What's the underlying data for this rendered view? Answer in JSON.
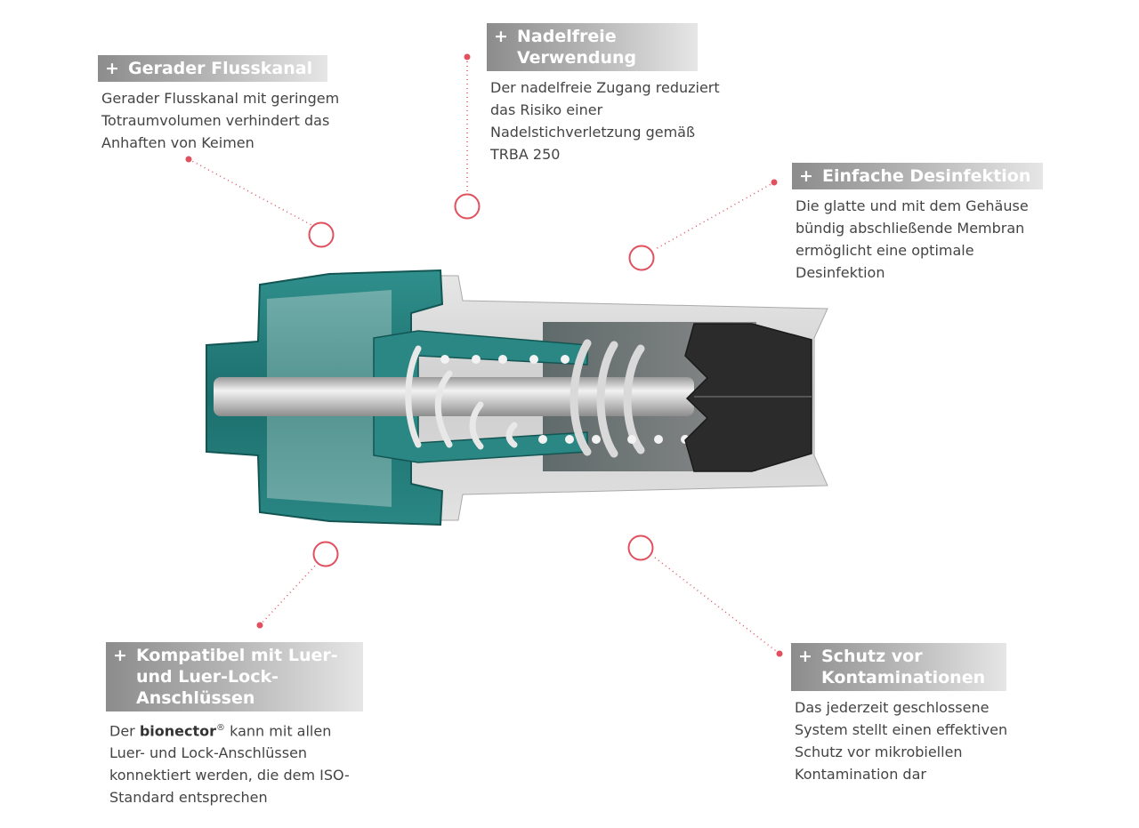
{
  "colors": {
    "accent": "#e0505e",
    "teal": "#1e7a78",
    "grey": "#cfcfcf",
    "dark": "#2b2b2b"
  },
  "callouts": [
    {
      "plus": "+",
      "title": "Gerader Flusskanal",
      "description": "Gerader Flusskanal mit geringem Totraumvolumen verhindert das Anhaften von Keimen"
    },
    {
      "plus": "+",
      "title": "Nadelfreie Verwendung",
      "description": "Der nadelfreie Zugang reduziert das Risiko einer Nadelstichverletzung gemäß TRBA 250"
    },
    {
      "plus": "+",
      "title": "Einfache Desinfektion",
      "description": "Die glatte und mit dem Gehäuse bündig abschließende Membran ermöglicht eine optimale Desinfektion"
    },
    {
      "plus": "+",
      "title": "Kompatibel mit Luer- und Luer-Lock-Anschlüssen",
      "description_prefix": "Der",
      "brand": "bionector",
      "registered": "®",
      "description": "kann mit allen Luer- und Lock-Anschlüssen konnektiert werden, die dem ISO-Standard entsprechen"
    },
    {
      "plus": "+",
      "title": "Schutz vor Kontaminationen",
      "description": "Das jederzeit geschlossene System stellt einen effektiven Schutz vor mikrobiellen Kontamination dar"
    }
  ]
}
